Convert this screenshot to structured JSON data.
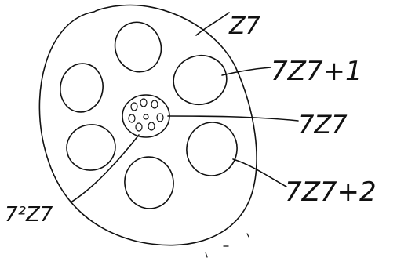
{
  "diagram": {
    "ink_color": "#111111",
    "background_color": "#ffffff",
    "labels": {
      "outer_disc": "Z7",
      "top_right_coset": "7Z7+1",
      "center_coset": "7Z7",
      "lower_right_coset": "7Z7+2",
      "inner_disc": "7²Z7"
    }
  }
}
